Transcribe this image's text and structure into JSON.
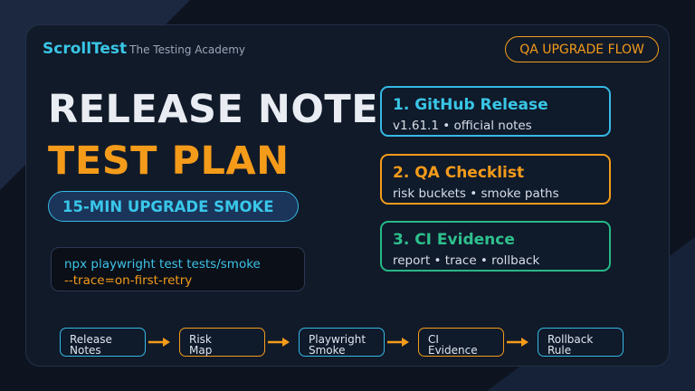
{
  "brand": {
    "name": "ScrollTest",
    "subtitle": "The Testing Academy"
  },
  "badge": {
    "label": "QA UPGRADE FLOW"
  },
  "title": {
    "line1": "RELEASE NOTE",
    "line2": "TEST PLAN"
  },
  "smoke_badge": "15-MIN UPGRADE SMOKE",
  "command": {
    "line1": "npx playwright test tests/smoke",
    "line2": "--trace=on-first-retry"
  },
  "steps": [
    {
      "title": "1. GitHub Release",
      "subtitle": "v1.61.1 • official notes"
    },
    {
      "title": "2. QA Checklist",
      "subtitle": "risk buckets • smoke paths"
    },
    {
      "title": "3. CI Evidence",
      "subtitle": "report • trace • rollback"
    }
  ],
  "flow": [
    {
      "line1": "Release",
      "line2": "Notes"
    },
    {
      "line1": "Risk",
      "line2": "Map"
    },
    {
      "line1": "Playwright",
      "line2": "Smoke"
    },
    {
      "line1": "CI",
      "line2": "Evidence"
    },
    {
      "line1": "Rollback",
      "line2": "Rule"
    }
  ],
  "colors": {
    "accent_blue": "#39c6e6",
    "accent_orange": "#f49b1a",
    "accent_green": "#2ec08c",
    "background": "#0d1420"
  }
}
